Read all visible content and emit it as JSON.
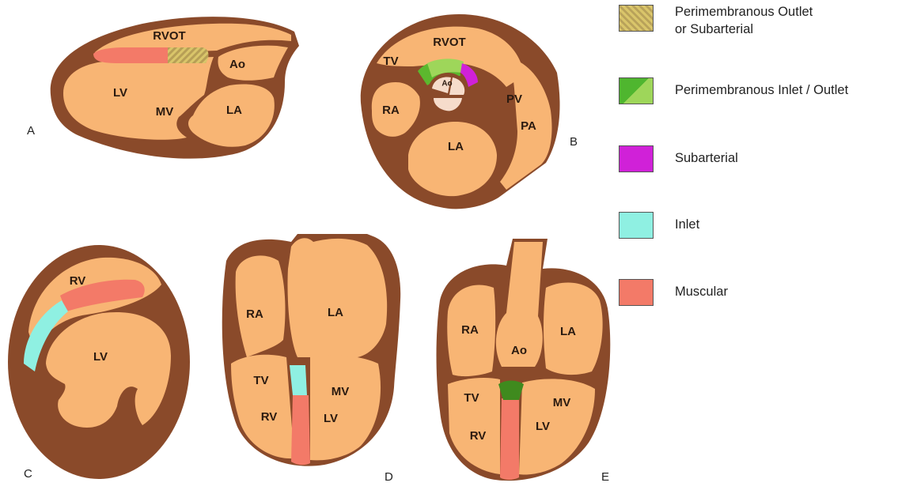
{
  "colors": {
    "wall": "#8a4a2a",
    "chamber": "#f8b574",
    "perimembranous_outlet": "#d6c06a",
    "perimembranous_inlet_outlet": "#5cb82e",
    "subarterial": "#d021d8",
    "inlet": "#8ff0e2",
    "muscular": "#f37a68",
    "aortic_cusp": "#f6dccb"
  },
  "panels": {
    "A": {
      "letter": "A",
      "labels": {
        "rvot": "RVOT",
        "ao": "Ao",
        "lv": "LV",
        "mv": "MV",
        "la": "LA"
      }
    },
    "B": {
      "letter": "B",
      "labels": {
        "rvot": "RVOT",
        "tv": "TV",
        "ra": "RA",
        "ao": "Ao",
        "pv": "PV",
        "pa": "PA",
        "la": "LA"
      }
    },
    "C": {
      "letter": "C",
      "labels": {
        "rv": "RV",
        "lv": "LV"
      }
    },
    "D": {
      "letter": "D",
      "labels": {
        "ra": "RA",
        "la": "LA",
        "tv": "TV",
        "mv": "MV",
        "rv": "RV",
        "lv": "LV"
      }
    },
    "E": {
      "letter": "E",
      "labels": {
        "ra": "RA",
        "ao": "Ao",
        "la": "LA",
        "tv": "TV",
        "mv": "MV",
        "rv": "RV",
        "lv": "LV"
      }
    }
  },
  "legend": [
    {
      "label": "Perimembranous Outlet\nor Subarterial",
      "swatch": "perimembranous-outlet-swatch"
    },
    {
      "label": "Perimembranous Inlet / Outlet",
      "swatch": "perimembranous-inlet-outlet-swatch"
    },
    {
      "label": "Subarterial",
      "swatch": "subarterial-swatch"
    },
    {
      "label": "Inlet",
      "swatch": "inlet-swatch"
    },
    {
      "label": "Muscular",
      "swatch": "muscular-swatch"
    }
  ]
}
